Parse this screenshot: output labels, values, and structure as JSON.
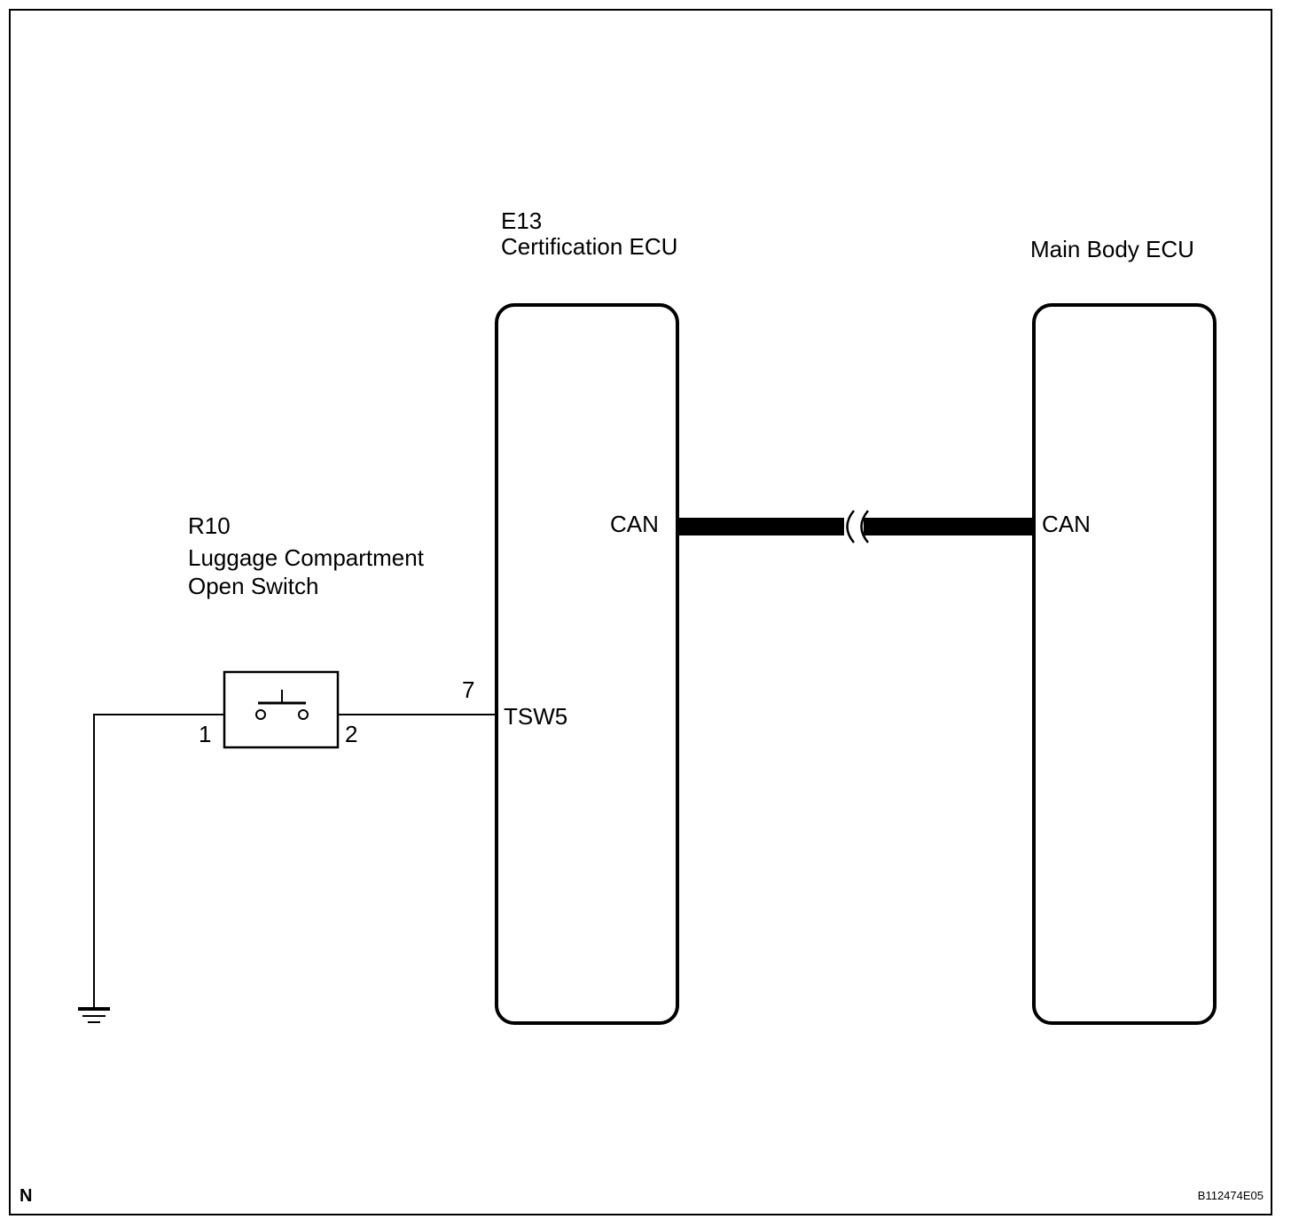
{
  "colors": {
    "line": "#000000",
    "background": "#ffffff"
  },
  "switch": {
    "code": "R10",
    "name_line1": "Luggage Compartment",
    "name_line2": "Open Switch",
    "pin_left": "1",
    "pin_right": "2"
  },
  "certification_ecu": {
    "code": "E13",
    "name": "Certification ECU",
    "pin_tsw5_number": "7",
    "pin_tsw5_label": "TSW5",
    "pin_can_label": "CAN"
  },
  "main_body_ecu": {
    "name": "Main Body ECU",
    "pin_can_label": "CAN"
  },
  "footer": {
    "corner_mark": "N",
    "figure_id": "B112474E05"
  }
}
